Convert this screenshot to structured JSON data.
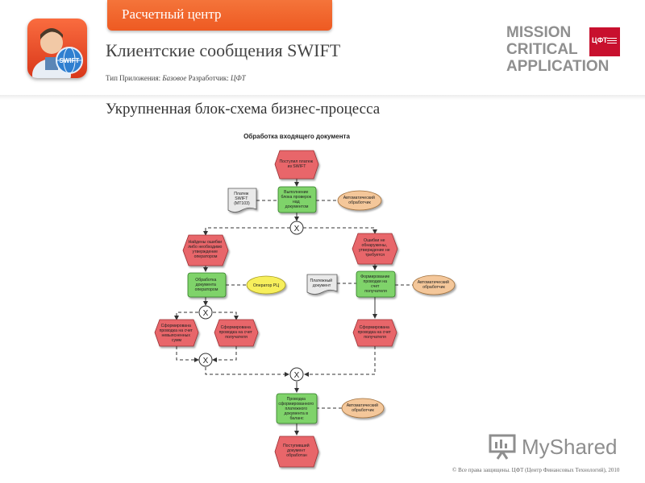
{
  "header": {
    "section_tab": "Расчетный центр",
    "page_title": "Клиентские сообщения SWIFT",
    "meta": {
      "type_label": "Тип Приложения:",
      "type_value": "Базовое",
      "dev_label": "Разработчик:",
      "dev_value": "ЦФТ"
    },
    "icon_label": "SWIFT",
    "logo": {
      "line1": "MISSION",
      "line2": "CRITICAL",
      "line3": "APPLICATION",
      "badge": "ЦФТ"
    }
  },
  "subtitle": "Укрупненная блок-схема бизнес-процесса",
  "diagram": {
    "title": "Обработка входящего документа",
    "events": {
      "start": [
        "Поступил платеж",
        "из SWIFT"
      ],
      "errors": [
        "Найдены ошибки",
        "либо необходимо",
        "утверждение",
        "оператором"
      ],
      "no_errors": [
        "Ошибки не",
        "обнаружены,",
        "утверждение не",
        "требуется"
      ],
      "unknown": [
        "Сформирована",
        "проводка на счет",
        "невыясненных",
        "сумм"
      ],
      "rec_left": [
        "Сформирована",
        "проводка на счет",
        "получателя"
      ],
      "rec_right": [
        "Сформирована",
        "проводка на счет",
        "получателя"
      ],
      "end": [
        "Поступивший",
        "документ",
        "обработан"
      ]
    },
    "functions": {
      "check": [
        "Выполнение",
        "блока проверок",
        "над",
        "документом"
      ],
      "operator": [
        "Обработка",
        "документа",
        "оператором"
      ],
      "post": [
        "Формирование",
        "проводки на",
        "счет",
        "получателя"
      ],
      "final": [
        "Проводка",
        "сформированного",
        "платежного",
        "документа в",
        "баланс"
      ]
    },
    "performers": {
      "auto1": [
        "Автоматический",
        "обработчик"
      ],
      "op": [
        "Оператор РЦ"
      ],
      "auto2": [
        "Автоматический",
        "обработчик"
      ],
      "auto3": [
        "Автоматический",
        "обработчик"
      ]
    },
    "documents": {
      "swift": [
        "Платеж",
        "SWIFT",
        "(MT103)"
      ],
      "payment": [
        "Платежный",
        "документ"
      ]
    },
    "connector_symbol": "X"
  },
  "footer": {
    "brand": "MyShared",
    "copyright": "© Все права защищены. ЦФТ (Центр Финансовых Технологий), 2010"
  }
}
